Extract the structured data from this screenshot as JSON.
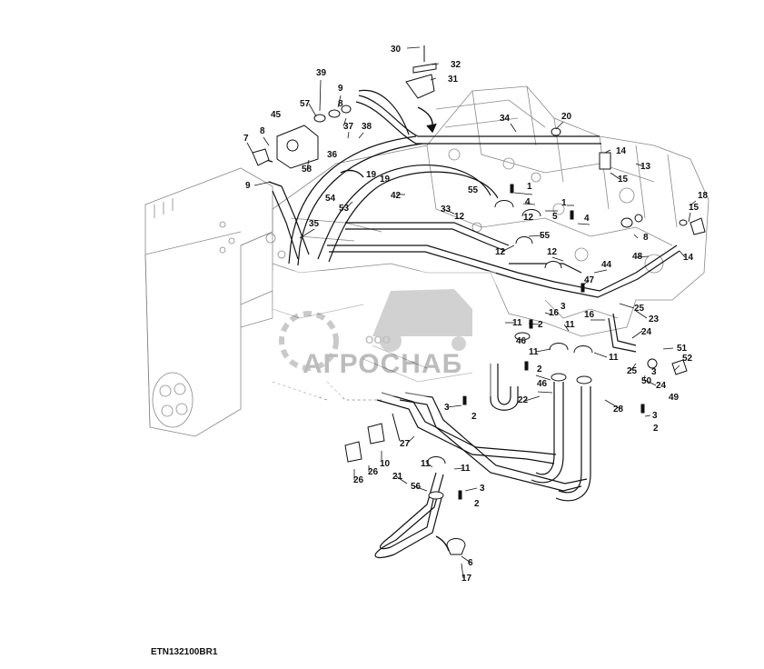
{
  "diagram": {
    "reference_code": "ETN132100BR1",
    "watermark": {
      "small_text": "ООО",
      "brand_text": "АГРОСНАБ"
    },
    "callouts": [
      "30",
      "32",
      "31",
      "39",
      "9",
      "57",
      "8",
      "45",
      "7",
      "8",
      "37",
      "38",
      "36",
      "58",
      "9",
      "34",
      "20",
      "14",
      "13",
      "15",
      "19",
      "19",
      "54",
      "53",
      "42",
      "55",
      "33",
      "1",
      "4",
      "12",
      "5",
      "1",
      "4",
      "35",
      "12",
      "55",
      "12",
      "8",
      "48",
      "14",
      "18",
      "15",
      "44",
      "12",
      "47",
      "3",
      "16",
      "16",
      "25",
      "23",
      "11",
      "2",
      "11",
      "46",
      "11",
      "11",
      "24",
      "51",
      "25",
      "3",
      "2",
      "46",
      "22",
      "3",
      "2",
      "50",
      "52",
      "24",
      "49",
      "28",
      "3",
      "2",
      "27",
      "10",
      "26",
      "26",
      "11",
      "21",
      "11",
      "56",
      "3",
      "2",
      "6",
      "17"
    ]
  }
}
